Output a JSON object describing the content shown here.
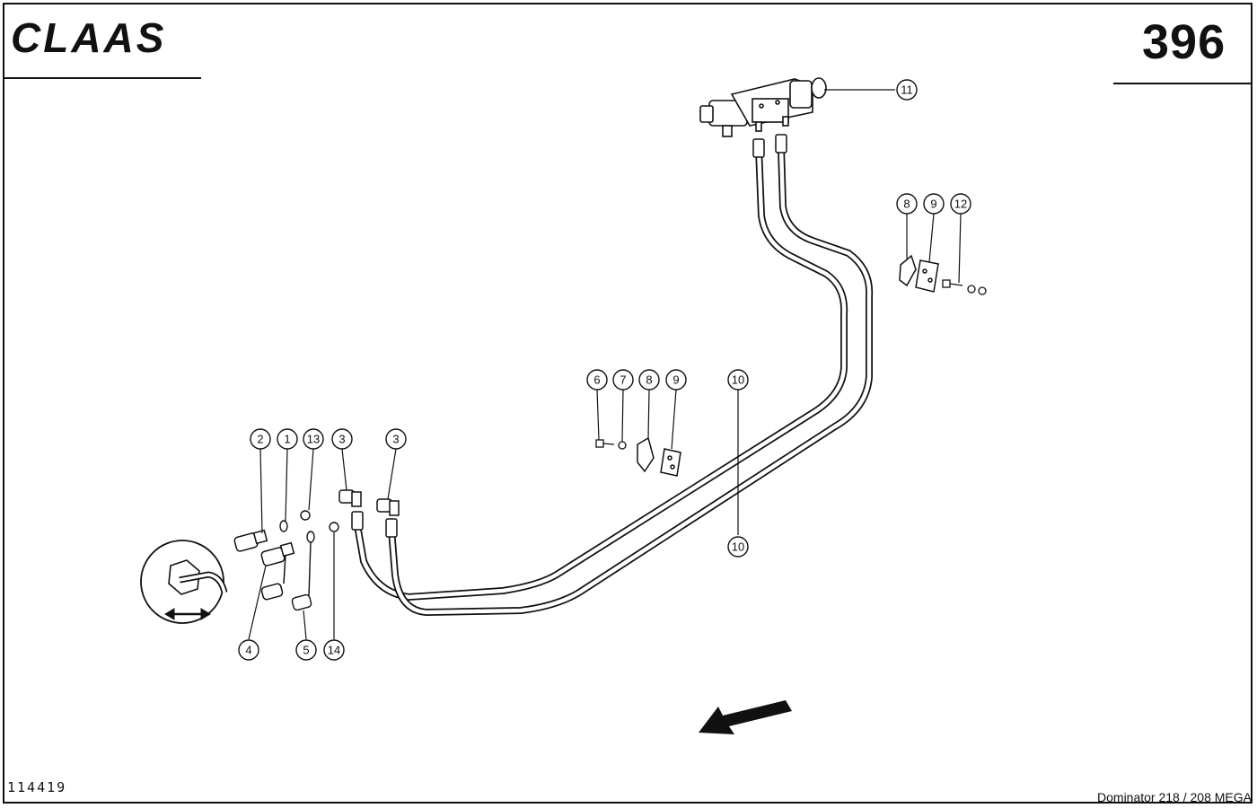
{
  "header": {
    "brand": "CLAAS",
    "page_number": "396"
  },
  "footer": {
    "drawing_number": "114419",
    "model": "Dominator 218 / 208 MEGA"
  },
  "callouts": {
    "c11": "11",
    "c8a": "8",
    "c9a": "9",
    "c12": "12",
    "c6": "6",
    "c7": "7",
    "c8b": "8",
    "c9b": "9",
    "c10a": "10",
    "c10b": "10",
    "c2": "2",
    "c1": "1",
    "c13": "13",
    "c3a": "3",
    "c3b": "3",
    "c4": "4",
    "c5": "5",
    "c14": "14"
  }
}
